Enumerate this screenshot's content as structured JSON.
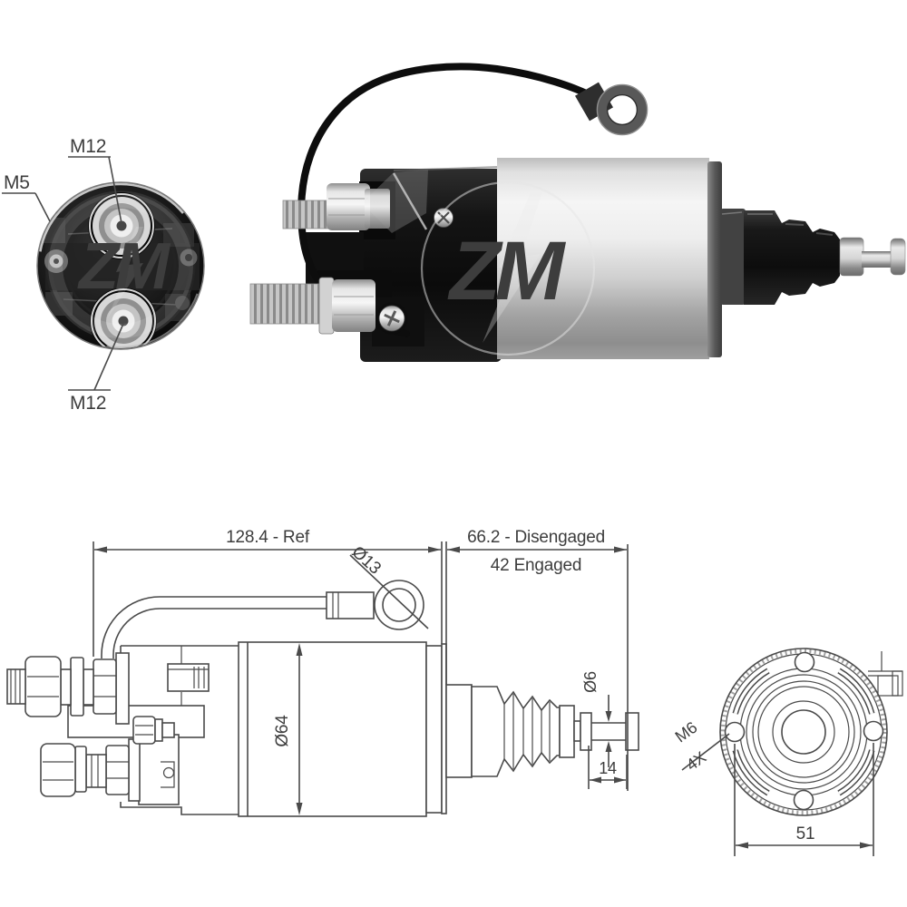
{
  "colors": {
    "line": "#4a4a4a",
    "text": "#3d3d3d",
    "photo_black": "#111111",
    "background": "#ffffff"
  },
  "watermark": "ZM",
  "end_view": {
    "label_top": "M12",
    "label_left": "M5",
    "label_bottom": "M12"
  },
  "side_drawing": {
    "dim_overall": "128.4 - Ref",
    "dim_disengaged": "66.2 - Disengaged",
    "dim_engaged": "42 Engaged",
    "dim_ring": "Ø13",
    "dim_body": "Ø64",
    "dim_rod": "Ø6",
    "dim_rod_len": "14"
  },
  "front_view": {
    "thread": "M6",
    "thread_qty": "4X",
    "hole_spacing": "51"
  }
}
